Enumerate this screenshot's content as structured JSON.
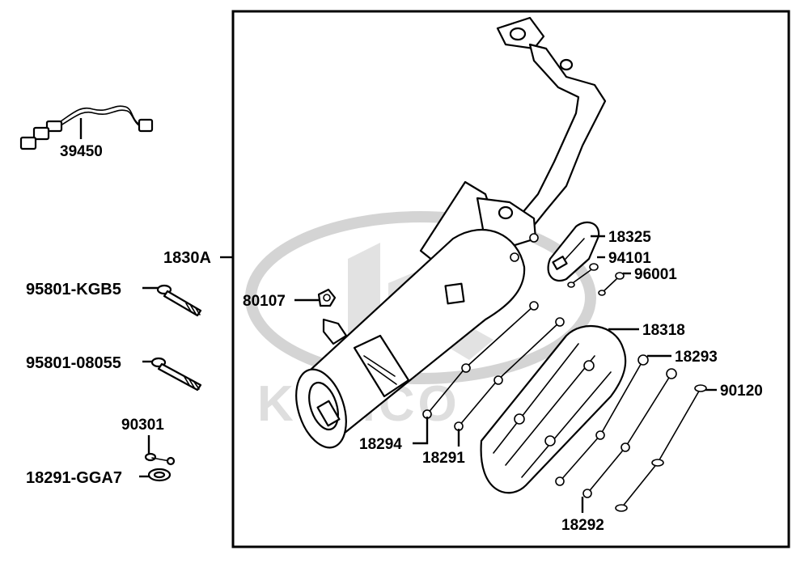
{
  "watermark": {
    "text": "KYMCO"
  },
  "callouts": [
    {
      "id": "39450",
      "label": "39450"
    },
    {
      "id": "1830A",
      "label": "1830A"
    },
    {
      "id": "95801-KGB5",
      "label": "95801-KGB5"
    },
    {
      "id": "95801-08055",
      "label": "95801-08055"
    },
    {
      "id": "90301",
      "label": "90301"
    },
    {
      "id": "18291-GGA7",
      "label": "18291-GGA7"
    },
    {
      "id": "80107",
      "label": "80107"
    },
    {
      "id": "18325",
      "label": "18325"
    },
    {
      "id": "94101",
      "label": "94101"
    },
    {
      "id": "96001",
      "label": "96001"
    },
    {
      "id": "18318",
      "label": "18318"
    },
    {
      "id": "18293",
      "label": "18293"
    },
    {
      "id": "90120",
      "label": "90120"
    },
    {
      "id": "18294",
      "label": "18294"
    },
    {
      "id": "18291",
      "label": "18291"
    },
    {
      "id": "18292",
      "label": "18292"
    }
  ]
}
